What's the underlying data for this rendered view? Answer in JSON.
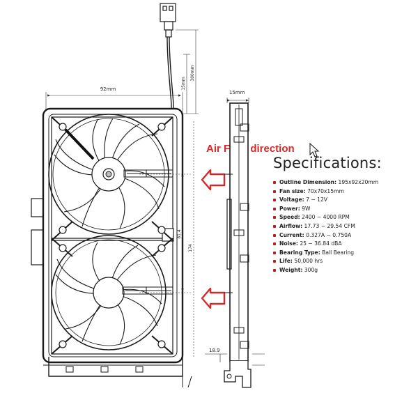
{
  "dimensions": {
    "width_label": "92mm",
    "side_width_label": "15mm",
    "cable_len_a": "15mm",
    "cable_len_b": "300mm",
    "center_spacing": "81.4",
    "inner_height": "174",
    "bottom_offset": "18.9"
  },
  "annotation": {
    "airflow_label": "Air Flow direction"
  },
  "specs": {
    "title": "Specifications:",
    "items": [
      {
        "label": "Outline Dimension:",
        "value": "195x92x20mm"
      },
      {
        "label": "Fan size:",
        "value": "70x70x15mm"
      },
      {
        "label": "Voltage:",
        "value": "7 ~ 12V"
      },
      {
        "label": "Power:",
        "value": "9W"
      },
      {
        "label": "Speed:",
        "value": "2400 ~ 4000 RPM"
      },
      {
        "label": "Airflow:",
        "value": "17.73 ~ 29.54 CFM"
      },
      {
        "label": "Current:",
        "value": "0.327A ~ 0.750A"
      },
      {
        "label": "Noise:",
        "value": "25 ~ 36.84 dBA"
      },
      {
        "label": "Bearing Type:",
        "value": "Ball Bearing"
      },
      {
        "label": "Life:",
        "value": "50,000 hrs"
      },
      {
        "label": "Weight:",
        "value": "300g"
      }
    ]
  },
  "colors": {
    "line": "#1a1a1a",
    "arrow": "#d42a2a",
    "airflow_text": "#d42a2a",
    "bullet": "#b02020"
  },
  "icons": {
    "cursor": "mouse-pointer-icon"
  }
}
